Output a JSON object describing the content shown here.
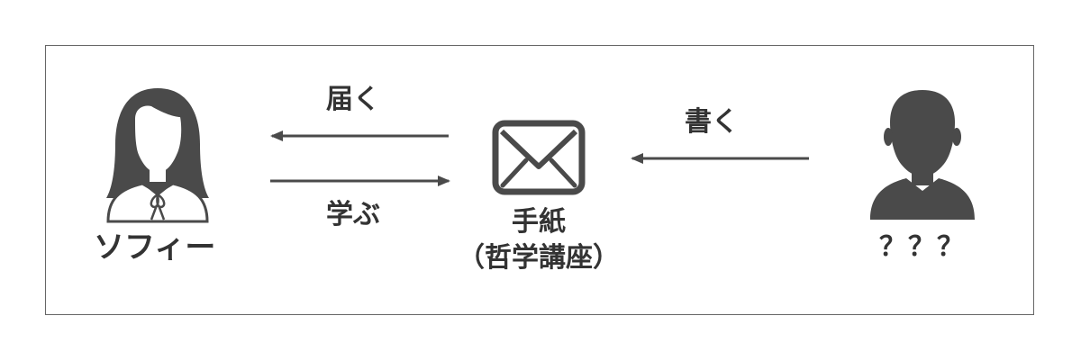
{
  "colors": {
    "ink": "#4a4a4a",
    "text": "#333333",
    "border": "#666666",
    "background": "#ffffff"
  },
  "nodes": {
    "left_person": {
      "icon": "woman-icon",
      "label": "ソフィー"
    },
    "letter": {
      "icon": "envelope-icon",
      "label_line1": "手紙",
      "label_line2": "（哲学講座）"
    },
    "right_person": {
      "icon": "man-icon",
      "label": "？？？"
    }
  },
  "edges": {
    "deliver": {
      "label": "届く",
      "from": "letter",
      "to": "left_person"
    },
    "learn": {
      "label": "学ぶ",
      "from": "left_person",
      "to": "letter"
    },
    "write": {
      "label": "書く",
      "from": "right_person",
      "to": "letter"
    }
  }
}
